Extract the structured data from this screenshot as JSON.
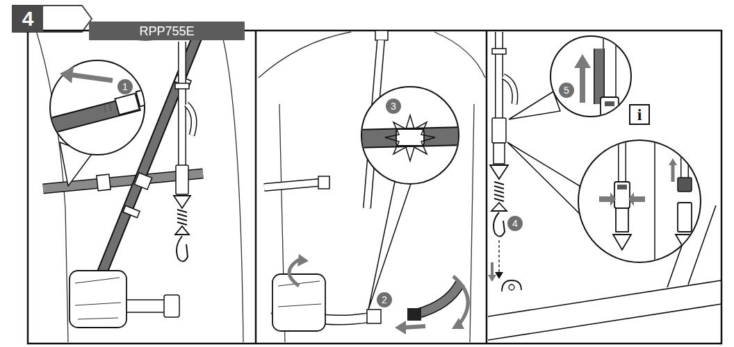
{
  "diagram": {
    "nodes": [
      {
        "text": [
          "4"
        ]
      },
      {
        "text": [
          "RPP755E"
        ]
      },
      {
        "text": [
          "1"
        ]
      },
      {
        "text": [
          "3"
        ]
      },
      {
        "text": [
          "2"
        ]
      },
      {
        "text": [
          "5"
        ]
      },
      {
        "text": [
          "4"
        ]
      },
      {
        "text": [
          "i"
        ]
      }
    ]
  }
}
